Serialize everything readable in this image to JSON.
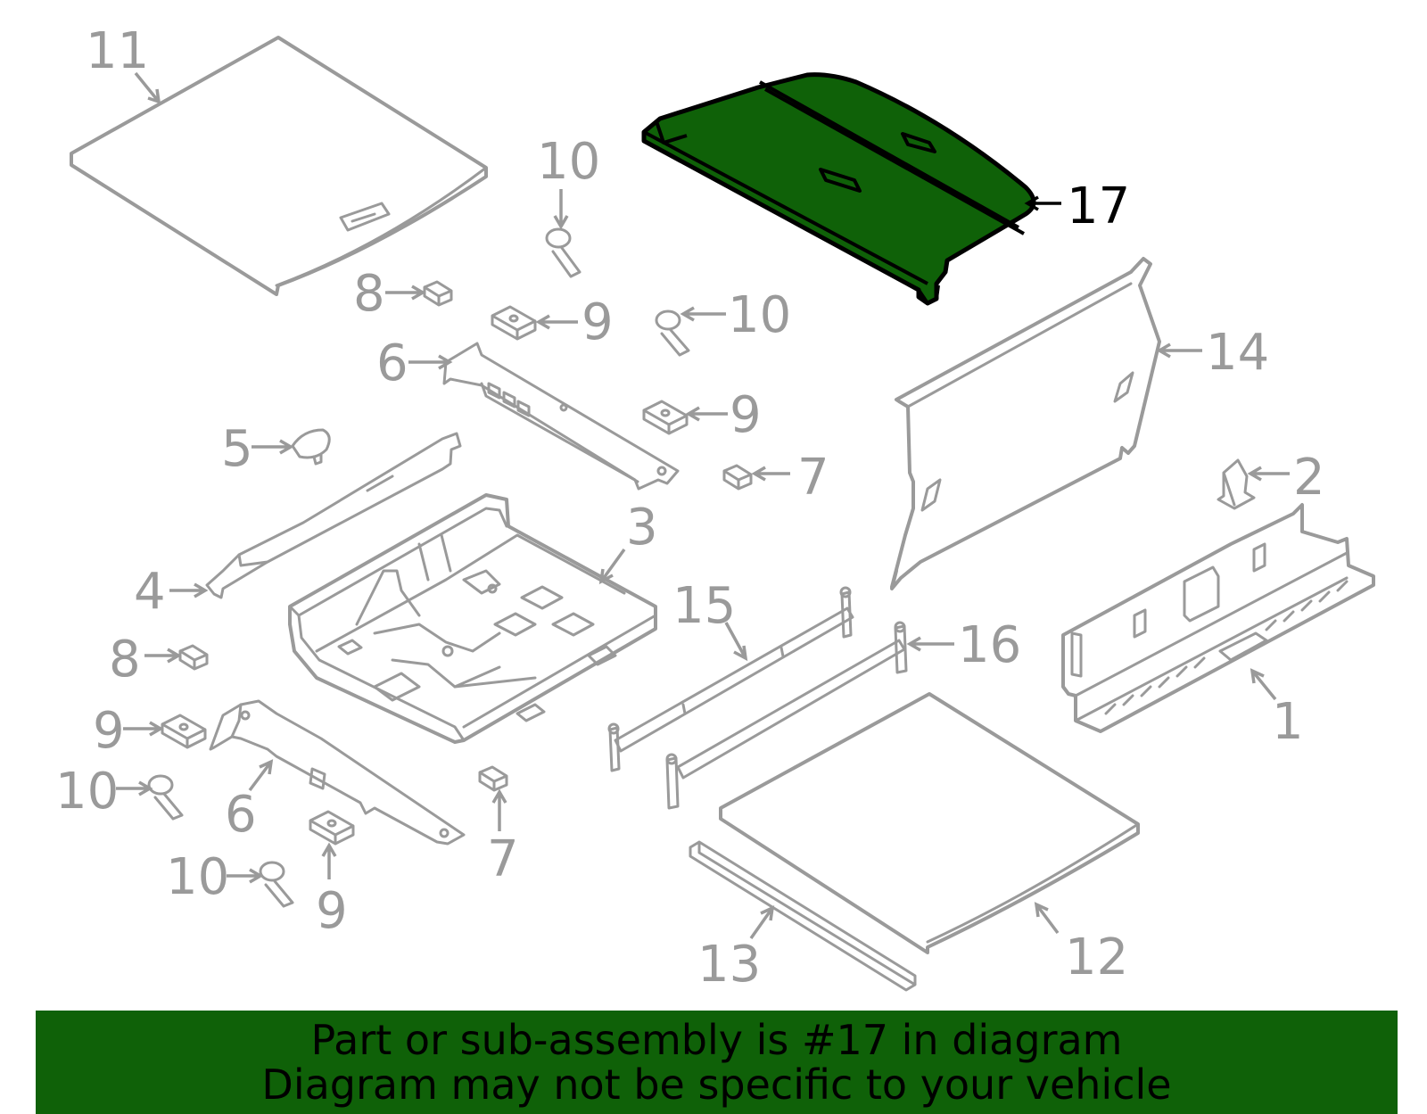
{
  "diagram": {
    "highlighted_part": "17",
    "highlight_color": "#0f6108",
    "callouts": [
      {
        "id": "c11",
        "text": "11"
      },
      {
        "id": "c10a",
        "text": "10"
      },
      {
        "id": "c17",
        "text": "17"
      },
      {
        "id": "c8a",
        "text": "8"
      },
      {
        "id": "c9a",
        "text": "9"
      },
      {
        "id": "c10b",
        "text": "10"
      },
      {
        "id": "c6a",
        "text": "6"
      },
      {
        "id": "c14",
        "text": "14"
      },
      {
        "id": "c9b",
        "text": "9"
      },
      {
        "id": "c5",
        "text": "5"
      },
      {
        "id": "c7a",
        "text": "7"
      },
      {
        "id": "c2",
        "text": "2"
      },
      {
        "id": "c3",
        "text": "3"
      },
      {
        "id": "c4",
        "text": "4"
      },
      {
        "id": "c15",
        "text": "15"
      },
      {
        "id": "c16",
        "text": "16"
      },
      {
        "id": "c8b",
        "text": "8"
      },
      {
        "id": "c1",
        "text": "1"
      },
      {
        "id": "c9c",
        "text": "9"
      },
      {
        "id": "c10c",
        "text": "10"
      },
      {
        "id": "c6b",
        "text": "6"
      },
      {
        "id": "c7b",
        "text": "7"
      },
      {
        "id": "c10d",
        "text": "10"
      },
      {
        "id": "c9d",
        "text": "9"
      },
      {
        "id": "c13",
        "text": "13"
      },
      {
        "id": "c12",
        "text": "12"
      }
    ]
  },
  "banner": {
    "line1": "Part or sub-assembly is #17 in diagram",
    "line2": "Diagram may not be specific to your vehicle",
    "color": "#0f6108"
  }
}
